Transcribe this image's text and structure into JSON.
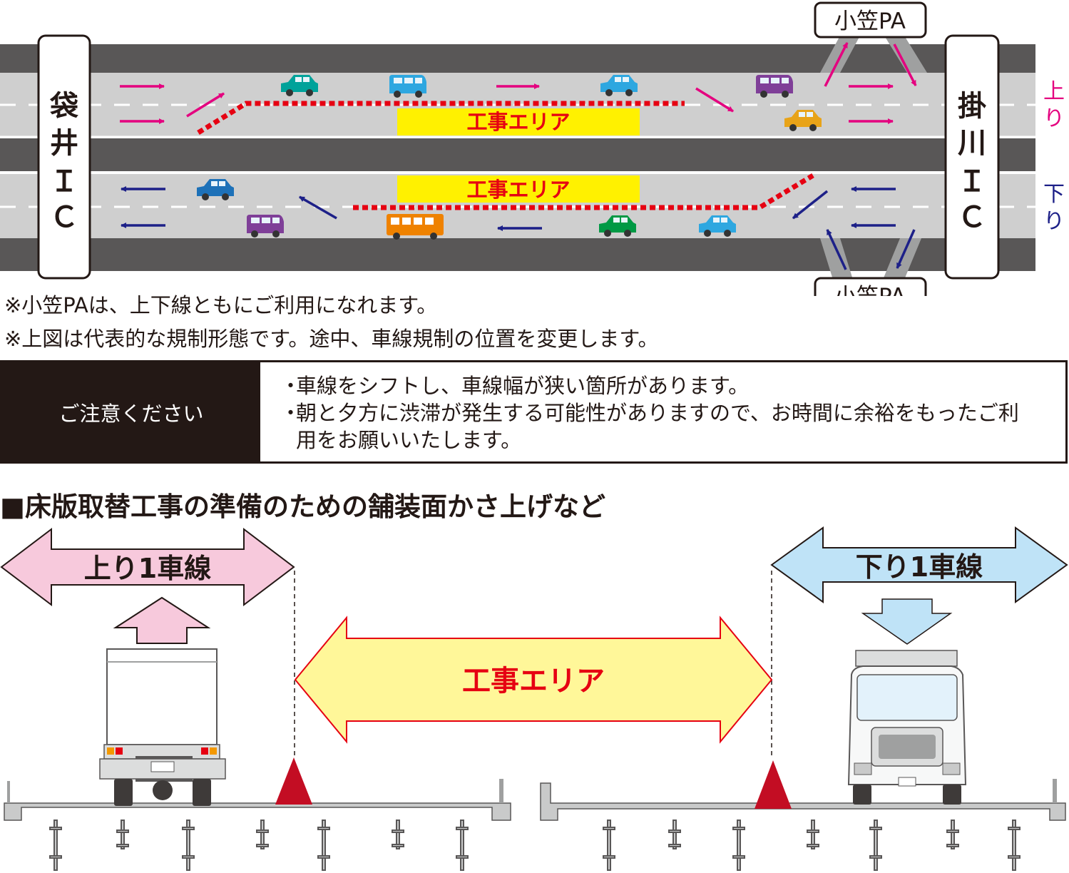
{
  "road_map": {
    "left_ic": [
      "袋",
      "井",
      "Ｉ",
      "Ｃ"
    ],
    "right_ic": [
      "掛",
      "川",
      "Ｉ",
      "Ｃ"
    ],
    "pa_top": "小笠PA",
    "pa_bottom": "小笠PA",
    "dir_up": [
      "上",
      "り"
    ],
    "dir_down": [
      "下",
      "り"
    ],
    "work_area_top": "工事エリア",
    "work_area_bottom": "工事エリア"
  },
  "notes": [
    "※小笠PAは、上下線ともにご利用になれます。",
    "※上図は代表的な規制形態です。途中、車線規制の位置を変更します。"
  ],
  "caution": {
    "label": "ご注意ください",
    "bullet": "・",
    "items": [
      "車線をシフトし、車線幅が狭い箇所があります。",
      "朝と夕方に渋滞が発生する可能性がありますので、お時間に余裕をもったご利用をお願いいたします。"
    ]
  },
  "section": {
    "title": "■床版取替工事の準備のための舗装面かさ上げなど",
    "up_lane": "上り1車線",
    "down_lane": "下り1車線",
    "work_area": "工事エリア"
  },
  "colors": {
    "up_arrow": "#e4007f",
    "down_arrow": "#1d2088",
    "work_line": "#e60012",
    "work_box": "#fff100",
    "road": "#cfcfcf",
    "shoulder": "#595757",
    "up_lane_fill": "#f7c9dc",
    "down_lane_fill": "#bfe3f7",
    "work_arrow_fill": "#fff799"
  }
}
